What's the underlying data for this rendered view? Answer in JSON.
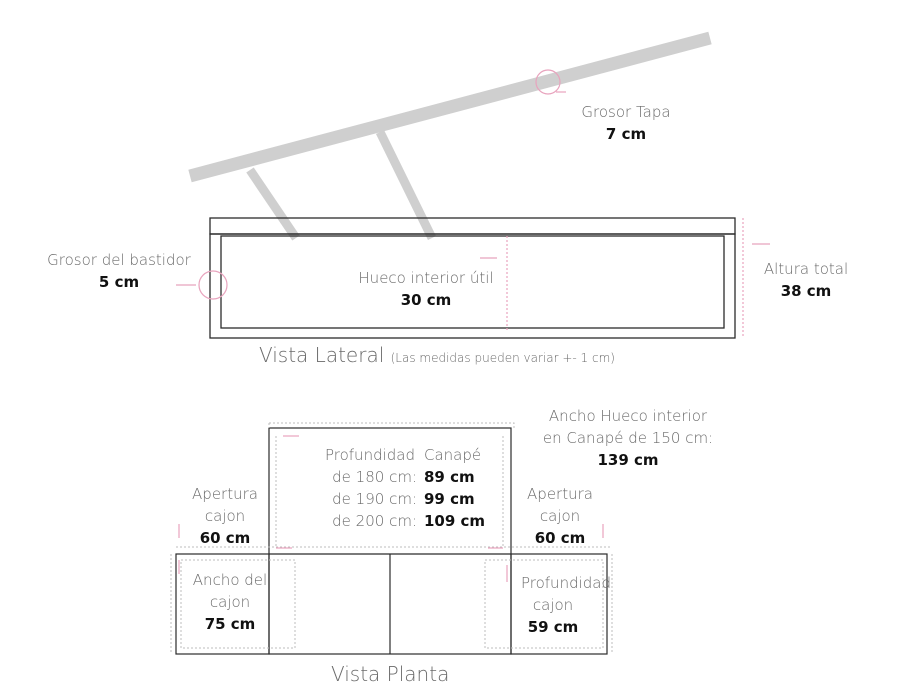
{
  "lateral": {
    "lid_thickness": {
      "label": "Grosor Tapa",
      "value": "7 cm"
    },
    "frame_thickness": {
      "label": "Grosor del bastidor",
      "value": "5 cm"
    },
    "interior_gap": {
      "label": "Hueco interior útil",
      "value": "30 cm"
    },
    "total_height": {
      "label": "Altura total",
      "value": "38 cm"
    },
    "caption": "Vista Lateral",
    "caption_note": "(Las medidas pueden variar +- 1 cm)"
  },
  "planta": {
    "interior_width": {
      "line1": "Ancho Hueco interior",
      "line2": "en  Canapé de 150 cm:",
      "value": "139 cm"
    },
    "depth_heading": {
      "left": "Profundidad",
      "right": "Canapé"
    },
    "depth_rows": [
      {
        "label": "de 180 cm:",
        "value": "89 cm"
      },
      {
        "label": "de 190 cm:",
        "value": "99 cm"
      },
      {
        "label": "de 200 cm:",
        "value": "109 cm"
      }
    ],
    "left_opening": {
      "line1": "Apertura",
      "line2": "cajon",
      "value": "60 cm"
    },
    "right_opening": {
      "line1": "Apertura",
      "line2": "cajon",
      "value": "60 cm"
    },
    "drawer_width": {
      "line1": "Ancho del",
      "line2": "cajon",
      "value": "75 cm"
    },
    "drawer_depth": {
      "line1": "Profundidad",
      "line2": "cajon",
      "value": "59 cm"
    },
    "caption": "Vista Planta"
  },
  "colors": {
    "structure": "#2b2b2b",
    "lid": "#cfcfcf",
    "dimension": "#e8a3bd",
    "guide": "#bdbdbd"
  }
}
